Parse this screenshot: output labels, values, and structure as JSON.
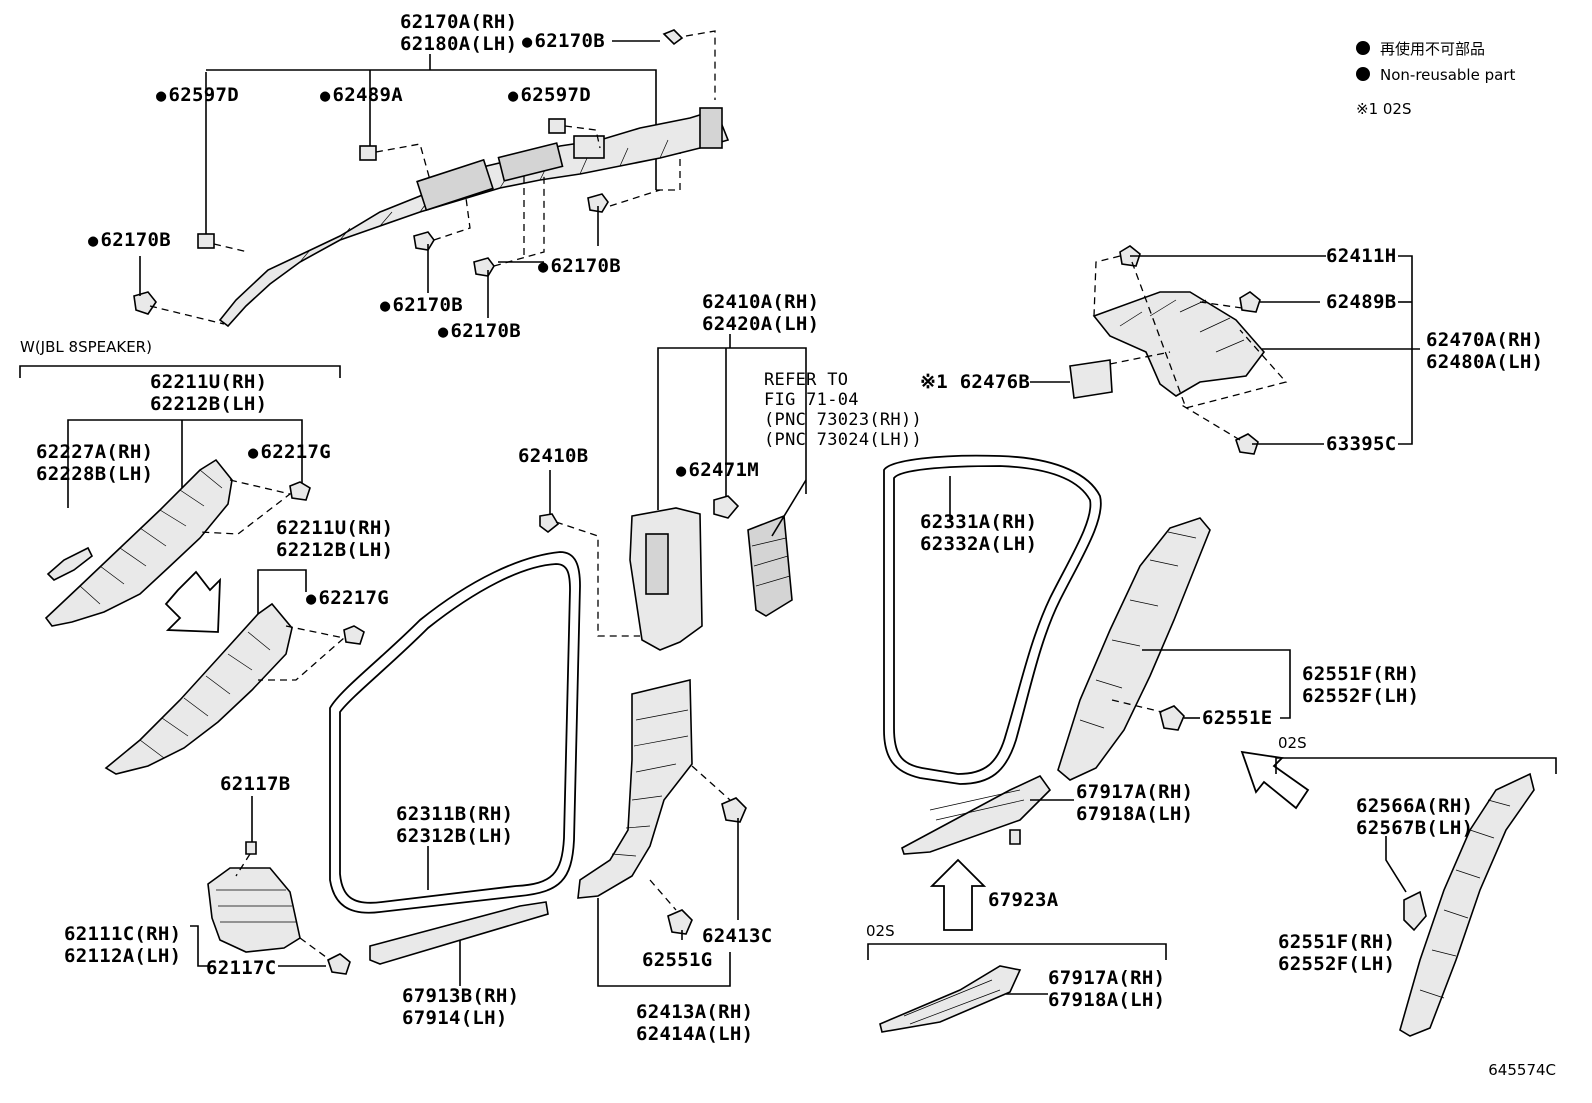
{
  "legend": {
    "line1": "再使用不可部品",
    "line2": "Non-reusable part",
    "note": "※1 02S"
  },
  "groups": {
    "jbl": "W(JBL 8SPEAKER)",
    "o2s_right": "02S",
    "o2s_bottom": "02S"
  },
  "labels": {
    "a_62170A": "62170A(RH)",
    "a_62180A": "62180A(LH)",
    "a_62170B_top": "62170B",
    "a_62597D_l": "62597D",
    "a_62489A": "62489A",
    "a_62597D_r": "62597D",
    "a_62170B_left": "62170B",
    "a_62170B_mid": "62170B",
    "a_62170B_b1": "62170B",
    "a_62170B_b2": "62170B",
    "b_62211U": "62211U(RH)",
    "b_62212B": "62212B(LH)",
    "b_62227A": "62227A(RH)",
    "b_62228B": "62228B(LH)",
    "b_62217G": "62217G",
    "c_62211U": "62211U(RH)",
    "c_62212B": "62212B(LH)",
    "c_62217G": "62217G",
    "d_62117B": "62117B",
    "d_62111C": "62111C(RH)",
    "d_62112A": "62112A(LH)",
    "d_62117C": "62117C",
    "e_62311B": "62311B(RH)",
    "e_62312B": "62312B(LH)",
    "e_67913B": "67913B(RH)",
    "e_67914": "67914(LH)",
    "f_62410B": "62410B",
    "f_62410A": "62410A(RH)",
    "f_62420A": "62420A(LH)",
    "f_62471M": "62471M",
    "f_ref1": "REFER TO",
    "f_ref2": "FIG 71-04",
    "f_ref3": "(PNC 73023(RH))",
    "f_ref4": "(PNC 73024(LH))",
    "g_62413C": "62413C",
    "g_62551G": "62551G",
    "g_62413A": "62413A(RH)",
    "g_62414A": "62414A(LH)",
    "h_62411H": "62411H",
    "h_62489B": "62489B",
    "h_62470A": "62470A(RH)",
    "h_62480A": "62480A(LH)",
    "h_62476B": "※1 62476B",
    "h_63395C": "63395C",
    "i_62331A": "62331A(RH)",
    "i_62332A": "62332A(LH)",
    "i_62551F": "62551F(RH)",
    "i_62552F": "62552F(LH)",
    "i_62551E": "62551E",
    "i_67917A": "67917A(RH)",
    "i_67918A": "67918A(LH)",
    "i_67923A": "67923A",
    "j_62566A": "62566A(RH)",
    "j_62567B": "62567B(LH)",
    "j_62551F": "62551F(RH)",
    "j_62552F": "62552F(LH)",
    "k_67917A": "67917A(RH)",
    "k_67918A": "67918A(LH)"
  },
  "diagram_code": "645574C"
}
